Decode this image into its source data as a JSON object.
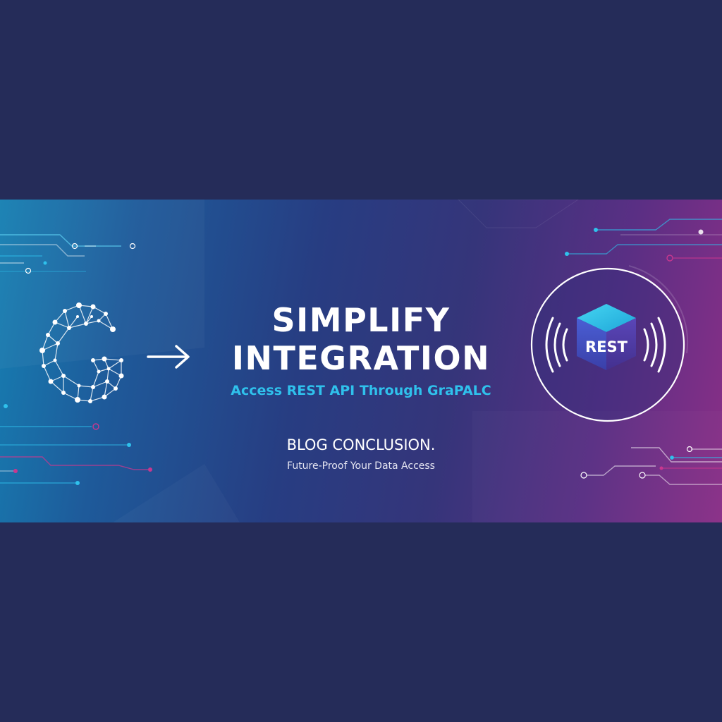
{
  "banner": {
    "headline_line1": "SIMPLIFY",
    "headline_line2": "INTEGRATION",
    "subtitle": "Access REST API Through GraPALC",
    "section_label": "BLOG CONCLUSION.",
    "tagline": "Future-Proof Your Data Access"
  },
  "icons": {
    "left": "graphql-network-g-icon",
    "middle": "arrow-right-icon",
    "right": "rest-cube-icon",
    "right_label": "REST"
  },
  "colors": {
    "page_background": "#252c59",
    "accent_cyan": "#2fc1ec",
    "accent_magenta": "#c8388f",
    "headline": "#ffffff"
  }
}
